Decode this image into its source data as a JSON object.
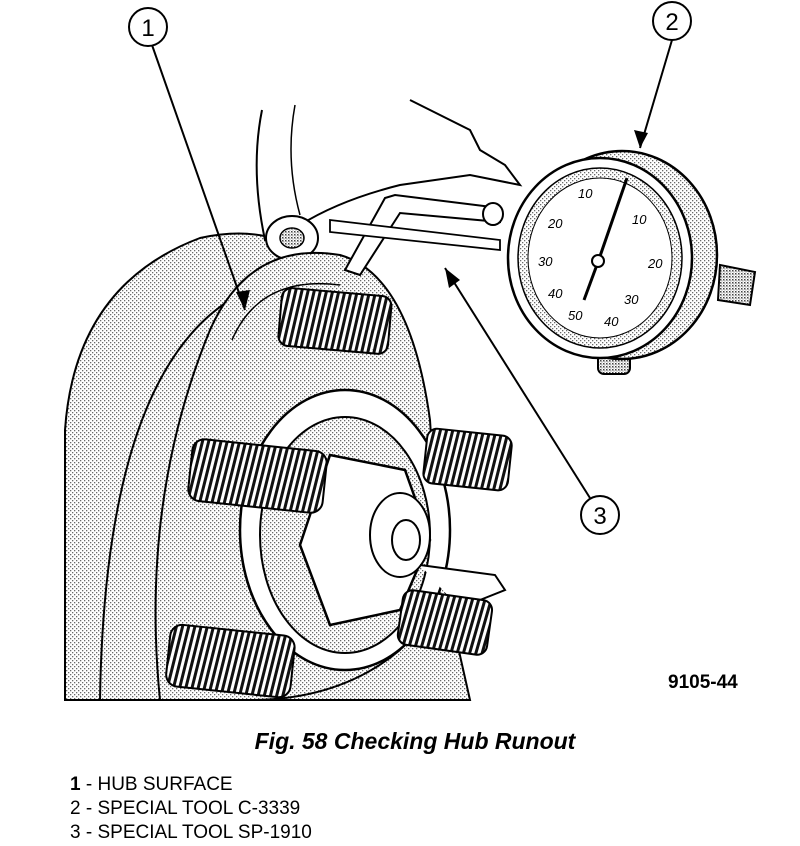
{
  "figure": {
    "drawing_id": "9105-44",
    "caption": "Fig. 58 Checking Hub Runout"
  },
  "callouts": [
    {
      "number": "1",
      "label": "HUB SURFACE"
    },
    {
      "number": "2",
      "label": "SPECIAL TOOL C-3339"
    },
    {
      "number": "3",
      "label": "SPECIAL TOOL SP-1910"
    }
  ],
  "dial": {
    "numbers": [
      "10",
      "20",
      "30",
      "40",
      "50",
      "10",
      "20",
      "30",
      "40"
    ]
  }
}
